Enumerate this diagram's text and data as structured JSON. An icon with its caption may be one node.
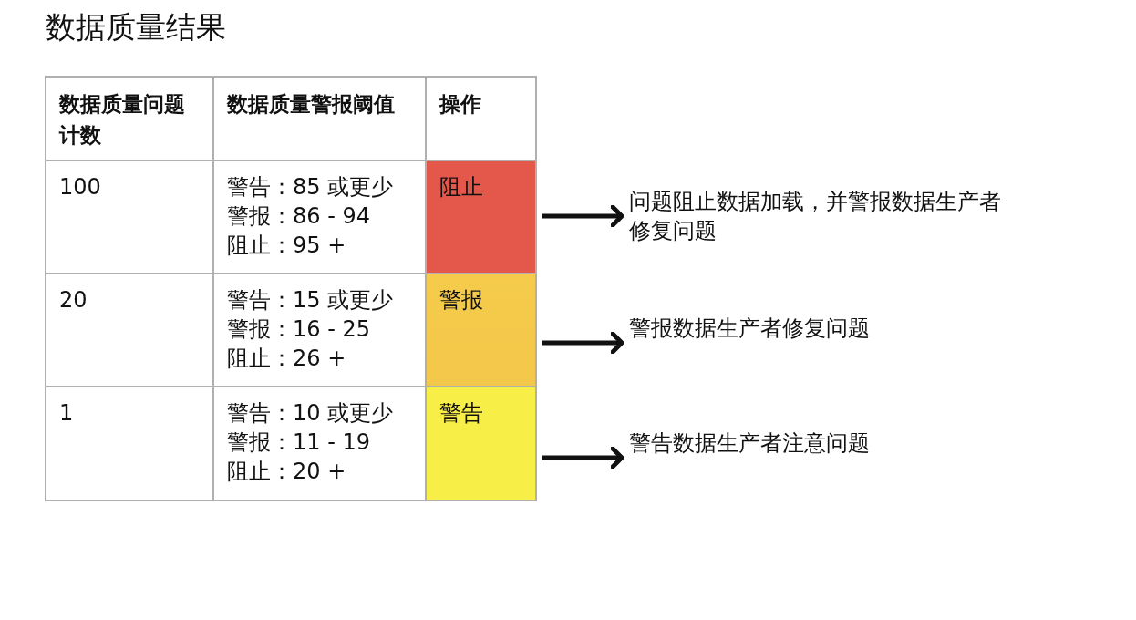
{
  "diagram": {
    "title": "数据质量结果",
    "nodes": [
      {
        "text": [
          "阻止"
        ]
      },
      {
        "text": [
          "警报"
        ]
      },
      {
        "text": [
          "警告"
        ]
      },
      {
        "text": [
          "问题阻止数据加载，并警报数据生产者修复问题"
        ]
      },
      {
        "text": [
          "警报数据生产者修复问题"
        ]
      },
      {
        "text": [
          "警告数据生产者注意问题"
        ]
      }
    ],
    "edges": [
      {
        "from": 0,
        "to": 3,
        "arrow": "to"
      },
      {
        "from": 1,
        "to": 4,
        "arrow": "to"
      },
      {
        "from": 2,
        "to": 5,
        "arrow": "to"
      }
    ],
    "labels": [
      "数据质量问题计数",
      "数据质量警报阈值",
      "操作",
      "100",
      "警告：85 或更少",
      "警报：86 - 94",
      "阻止：95 +",
      "20",
      "警告：15 或更少",
      "警报：16 - 25",
      "阻止：26 +",
      "1",
      "警告：10 或更少",
      "警报：11 - 19",
      "阻止：20 +"
    ]
  }
}
